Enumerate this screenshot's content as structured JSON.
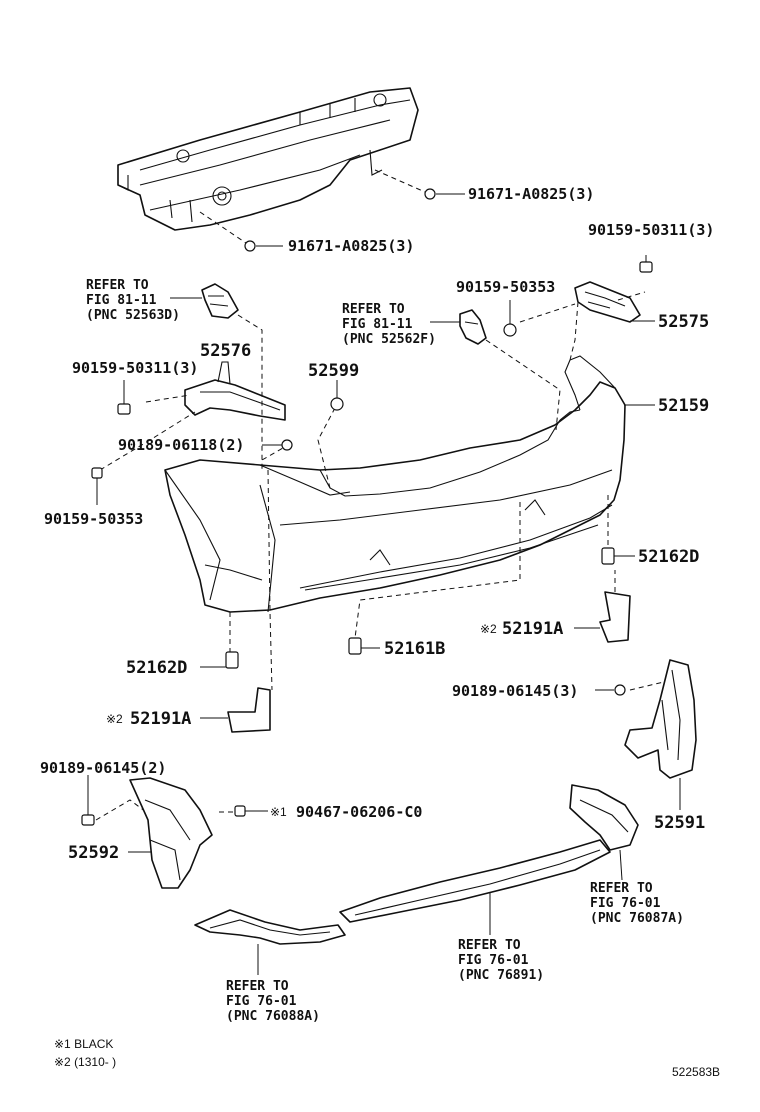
{
  "parts": {
    "p_91671_a": "91671-A0825(3)",
    "p_91671_b": "91671-A0825(3)",
    "p_90159_50311_r": "90159-50311(3)",
    "p_90159_50353_r": "90159-50353",
    "p_52575": "52575",
    "p_52576": "52576",
    "p_90159_50311_l": "90159-50311(3)",
    "p_52599": "52599",
    "p_52159": "52159",
    "p_90189_06118": "90189-06118(2)",
    "p_90159_50353_l": "90159-50353",
    "p_52162d_r": "52162D",
    "p_52191a_r": "52191A",
    "p_52161b": "52161B",
    "p_52162d_l": "52162D",
    "p_90189_06145_r": "90189-06145(3)",
    "p_52191a_l": "52191A",
    "p_90189_06145_l": "90189-06145(2)",
    "p_90467": "90467-06206-C0",
    "p_52591": "52591",
    "p_52592": "52592"
  },
  "marks": {
    "m1": "※1",
    "m2": "※2"
  },
  "refs": {
    "r1": [
      "REFER TO",
      "FIG 81-11",
      "(PNC 52563D)"
    ],
    "r2": [
      "REFER TO",
      "FIG 81-11",
      "(PNC 52562F)"
    ],
    "r3": [
      "REFER TO",
      "FIG 76-01",
      "(PNC 76087A)"
    ],
    "r4": [
      "REFER TO",
      "FIG 76-01",
      "(PNC 76891)"
    ],
    "r5": [
      "REFER TO",
      "FIG 76-01",
      "(PNC 76088A)"
    ]
  },
  "legend": {
    "note1": "※1 BLACK",
    "note2": "※2 (1310-      )"
  },
  "figure_id": "522583B"
}
